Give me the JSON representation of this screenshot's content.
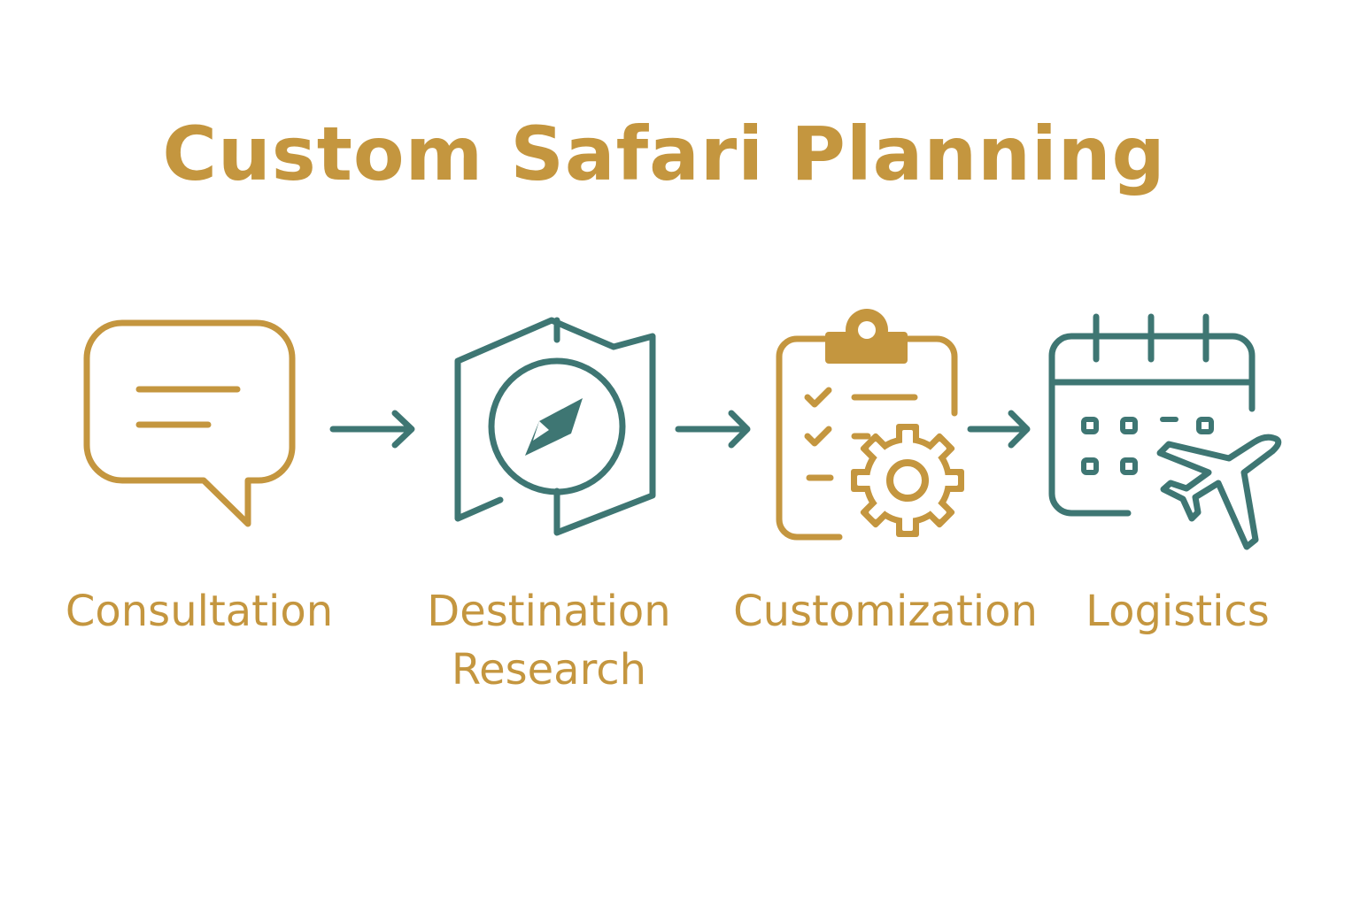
{
  "title": "Custom Safari Planning",
  "colors": {
    "gold": "#C4963F",
    "teal": "#3E7673"
  },
  "steps": [
    {
      "label": "Consultation",
      "icon": "speech-bubble-icon"
    },
    {
      "label_lines": [
        "Destination",
        "Research"
      ],
      "icon": "map-compass-icon"
    },
    {
      "label": "Customization",
      "icon": "clipboard-gear-icon"
    },
    {
      "label": "Logistics",
      "icon": "calendar-airplane-icon"
    }
  ]
}
